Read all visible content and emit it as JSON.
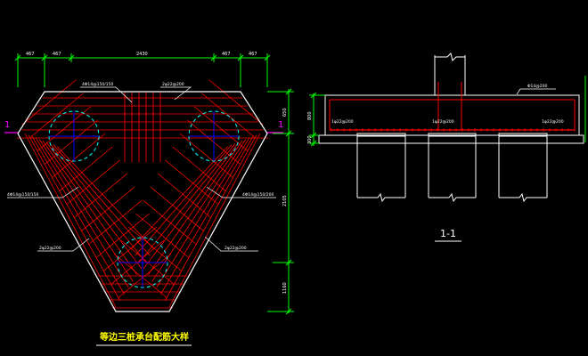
{
  "colors": {
    "background": "#000000",
    "outline": "#ffffff",
    "rebar": "#ff0000",
    "dimension": "#00ff00",
    "pile_circle": "#00ffff",
    "center_line": "#0000ff",
    "section_mark": "#ff00ff",
    "title": "#ffff00"
  },
  "plan": {
    "top_dims": [
      "467",
      "467",
      "2430",
      "467",
      "467"
    ],
    "right_dims": [
      "650",
      "2105",
      "1160"
    ],
    "section_marks": [
      "1",
      "1"
    ],
    "notes": {
      "top_left": "4Φ14@150/150",
      "top_right": "2φ22@200",
      "mid_left": "4Φ14@150/150",
      "mid_right": "4Φ14@150/200",
      "bot_left": "2φ22@200",
      "bot_right": "2φ22@200"
    },
    "title": "等边三桩承台配筋大样"
  },
  "section": {
    "title": "1-1",
    "left_dims": [
      "800",
      "300"
    ],
    "notes": {
      "top_right": "Φ14@200",
      "bar_left": "1φ22@200",
      "bar_mid": "1φ22@200",
      "bar_right": "1φ22@200"
    }
  }
}
